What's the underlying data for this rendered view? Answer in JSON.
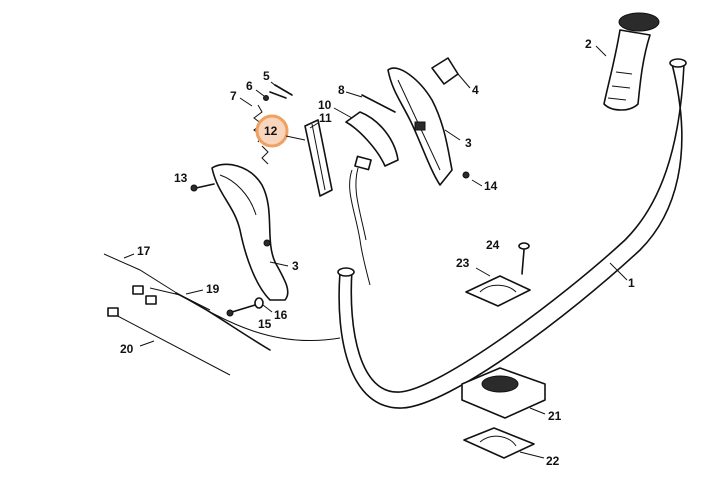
{
  "diagram": {
    "highlight_color": "#f0a060",
    "callouts": [
      "1",
      "2",
      "3",
      "3",
      "4",
      "5",
      "6",
      "7",
      "8",
      "10",
      "11",
      "12",
      "13",
      "14",
      "15",
      "16",
      "17",
      "19",
      "20",
      "21",
      "22",
      "23",
      "24"
    ]
  }
}
